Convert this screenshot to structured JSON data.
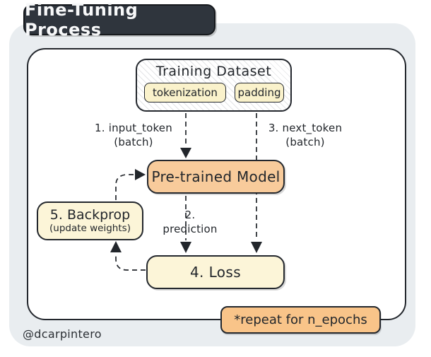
{
  "title": "Fine-Tuning Process",
  "watermark": "@dcarpintero",
  "colors": {
    "outer_panel": "#e9edf0",
    "title_badge_bg": "#2f353d",
    "title_badge_text": "#f7f8f9",
    "box_border": "#23272d",
    "yellow_fill": "#fcf5d8",
    "chip_fill": "#faf2cb",
    "model_fill": "#f8cb9b",
    "repeat_badge_fill": "#f9c489",
    "connector": "#22262b"
  },
  "diagram": {
    "dataset": {
      "title": "Training Dataset",
      "chips": [
        "tokenization",
        "padding"
      ]
    },
    "model_label": "Pre-trained Model",
    "backprop": {
      "line1": "5. Backprop",
      "line2": "(update weights)"
    },
    "loss_label": "4. Loss",
    "repeat_note": "*repeat for n_epochs",
    "edge_labels": {
      "input": "1. input_token",
      "input_sub": "(batch)",
      "next": "3. next_token",
      "next_sub": "(batch)",
      "prediction": "2. prediction"
    }
  }
}
